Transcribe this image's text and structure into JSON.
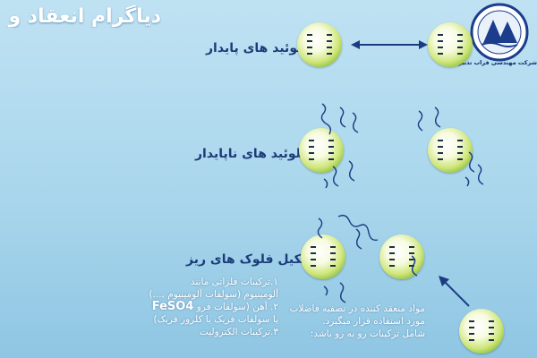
{
  "title": "دیاگرام انعقاد و",
  "logo": {
    "text": "شرکت مهندسی فراب تدبیر"
  },
  "rows": [
    {
      "label": "کلوئید های پایدار"
    },
    {
      "label": "کلوئید های ناپایدار"
    },
    {
      "label": "تشکیل فلوک های ریز"
    }
  ],
  "notes_left": [
    "۱.ترکیبات فلزاتی مانند",
    "آلومینیوم (سولفات آلومینیوم ,...)",
    "۲. آهن (سولفات فرو",
    "یا  سولفات فریک یا کلرور فریک)",
    "۳.ترکیبات الکترولیت"
  ],
  "fe_formula": "FeSO4",
  "notes_right": [
    "مواد منعقد کننده در تصفیه فاضلاب",
    "مورد استفاده قرار میگیرد.",
    "شامل ترکیبات رو به رو باشد:"
  ]
}
